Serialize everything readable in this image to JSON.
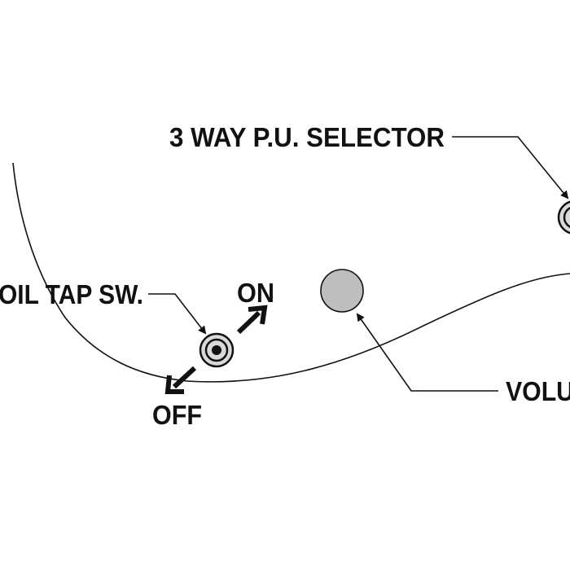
{
  "labels": {
    "selector": "3 WAY P.U. SELECTOR",
    "coil_tap": "OIL TAP SW.",
    "on": "ON",
    "off": "OFF",
    "volume": "VOLU"
  },
  "colors": {
    "ink": "#111111",
    "knob_fill": "#bdbdbd",
    "background": "#ffffff"
  }
}
